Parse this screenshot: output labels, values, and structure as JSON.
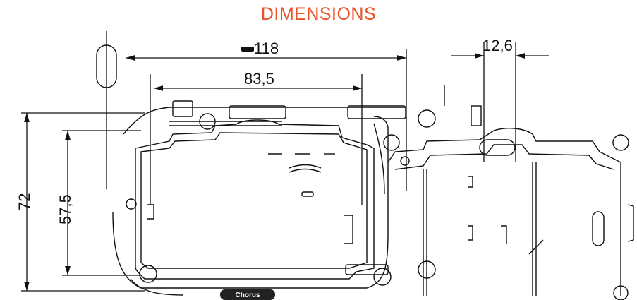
{
  "title": "DIMENSIONS",
  "dimensions": {
    "overall_width": "118",
    "inner_width": "83,5",
    "side_depth": "12,6",
    "overall_height": "72",
    "inner_height": "57,5"
  },
  "logo": {
    "text": "Chorus"
  },
  "colors": {
    "title": "#e8532b",
    "lines": "#111111",
    "logo_bg": "#222222"
  }
}
